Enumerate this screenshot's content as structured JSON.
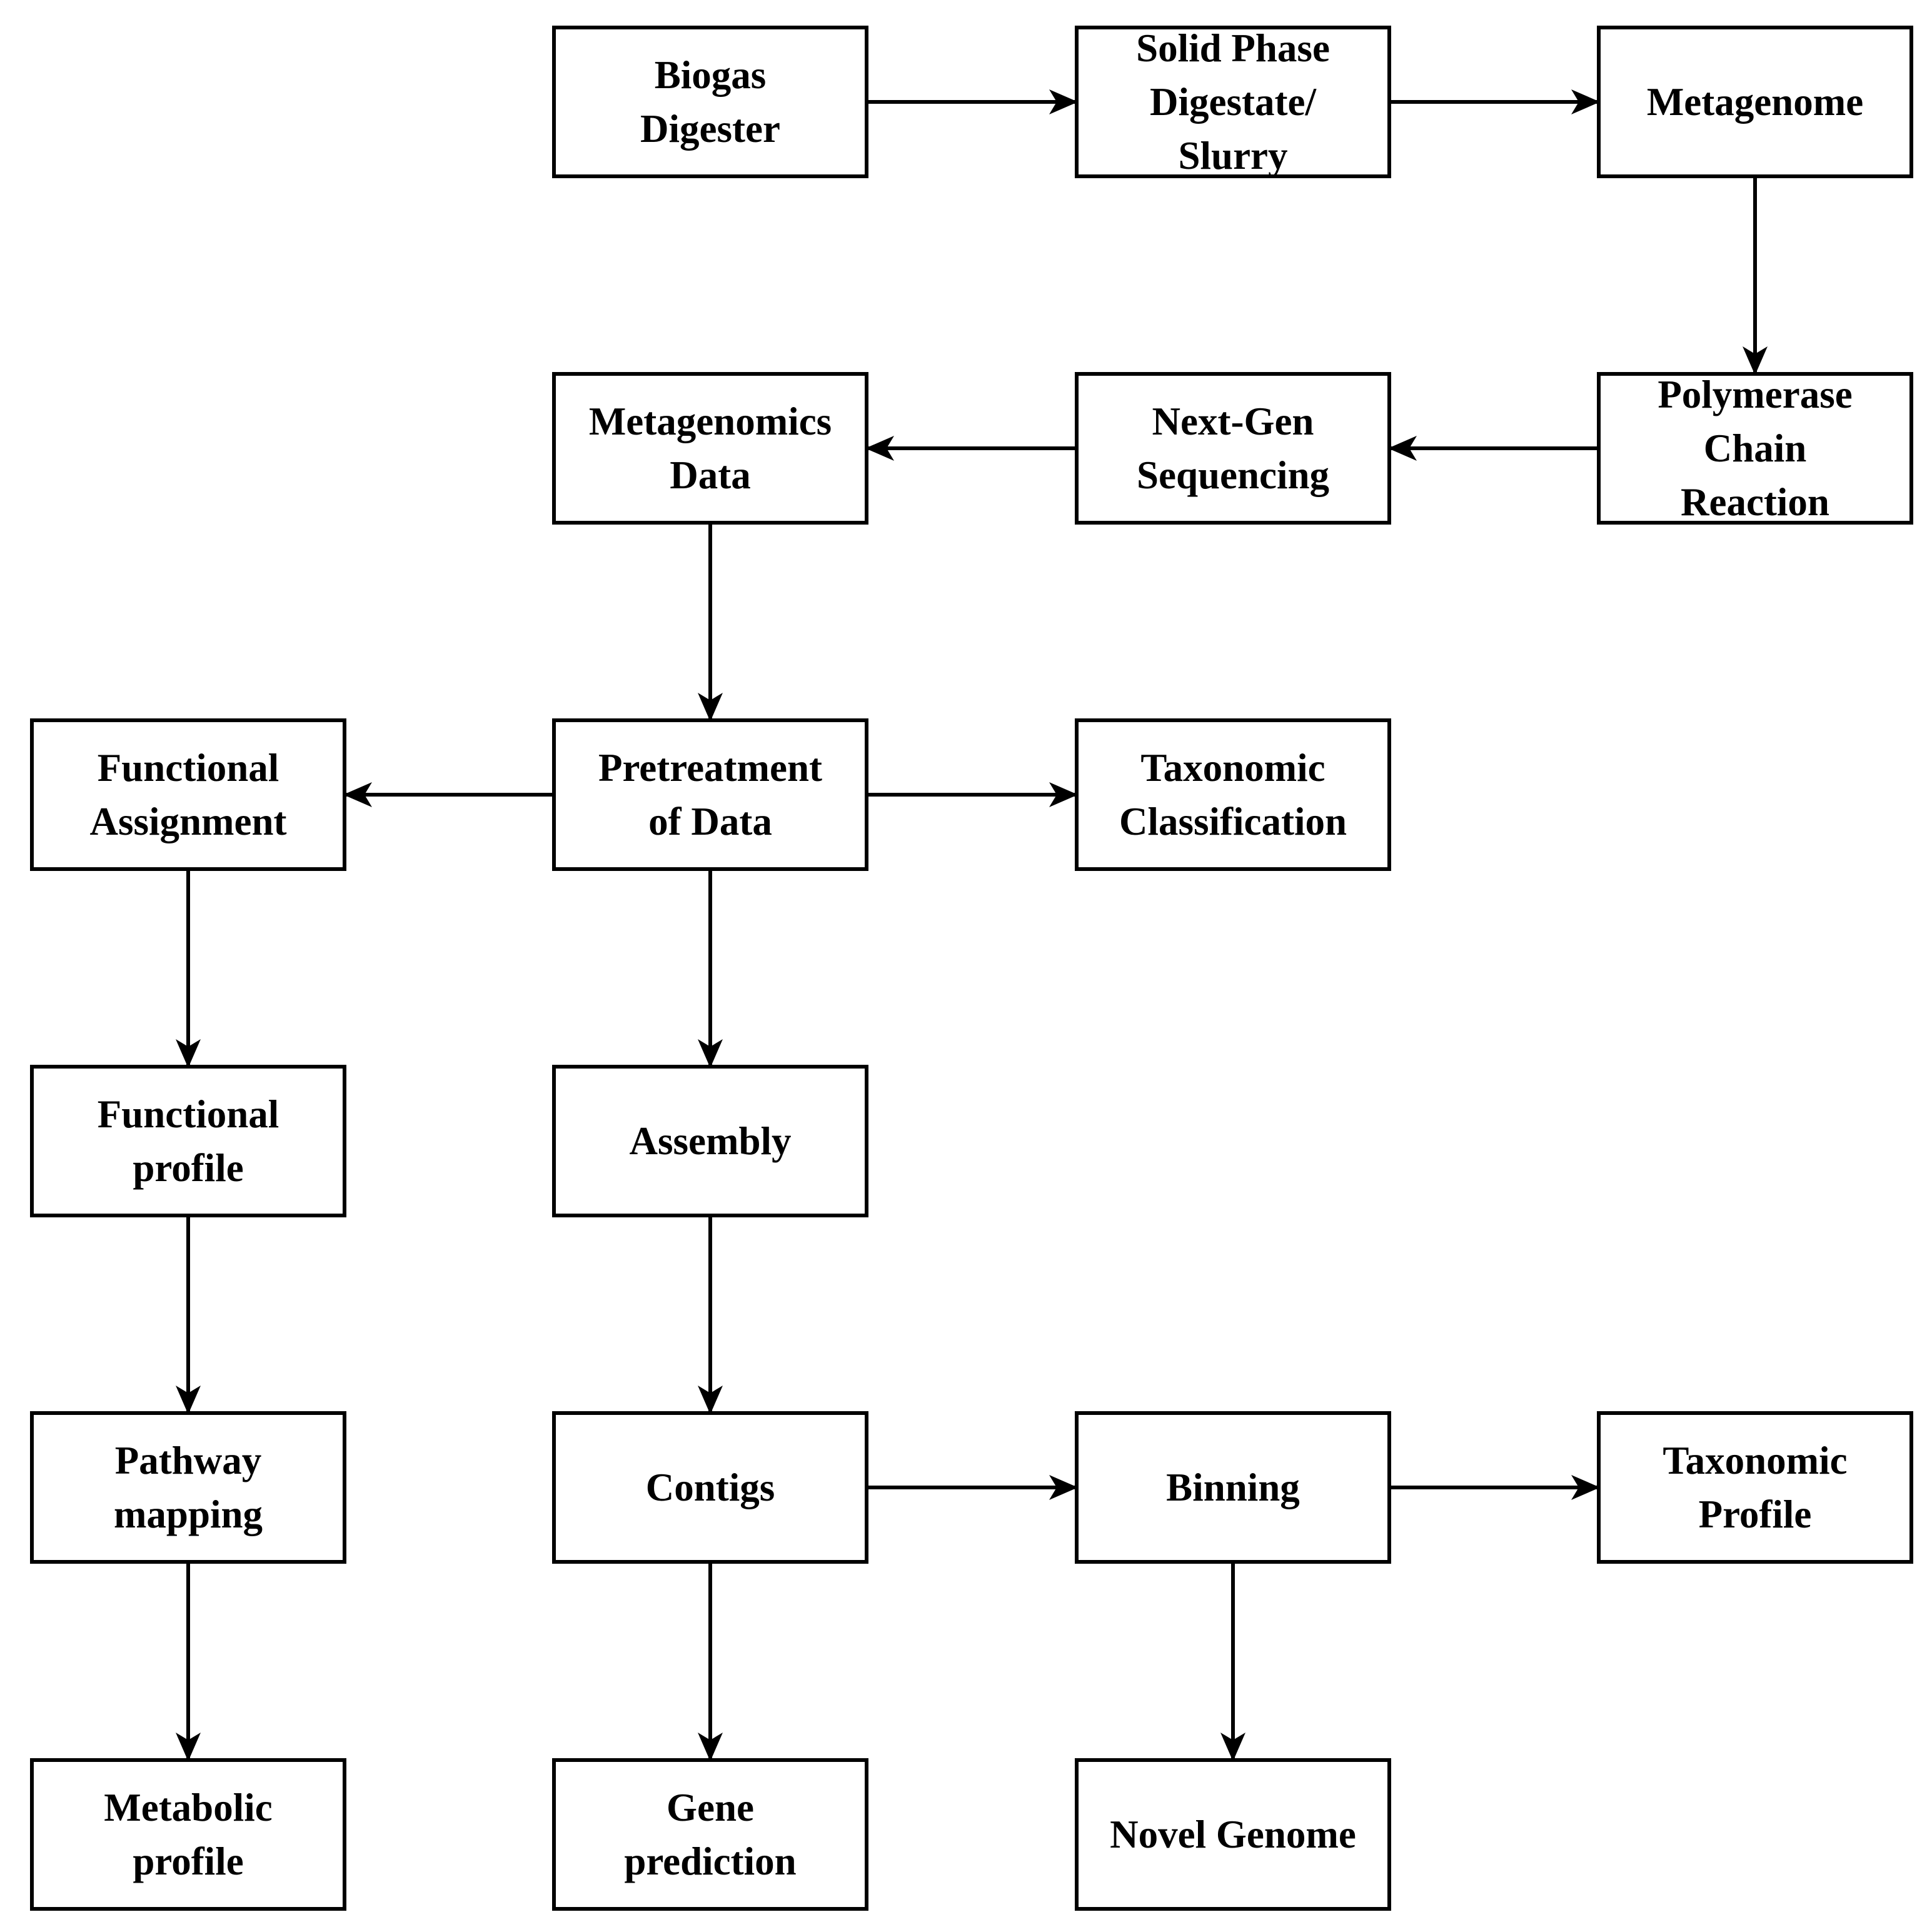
{
  "nodes": {
    "biogas": {
      "lines": [
        "Biogas",
        "Digester"
      ]
    },
    "digestate": {
      "lines": [
        "Solid Phase",
        "Digestate/",
        "Slurry"
      ]
    },
    "metagenome": {
      "lines": [
        "Metagenome"
      ]
    },
    "pcr": {
      "lines": [
        "Polymerase",
        "Chain",
        "Reaction"
      ]
    },
    "ngs": {
      "lines": [
        "Next-Gen",
        "Sequencing"
      ]
    },
    "mgdata": {
      "lines": [
        "Metagenomics",
        "Data"
      ]
    },
    "pretreat": {
      "lines": [
        "Pretreatment",
        "of Data"
      ]
    },
    "funcassign": {
      "lines": [
        "Functional",
        "Assignment"
      ]
    },
    "taxclass": {
      "lines": [
        "Taxonomic",
        "Classification"
      ]
    },
    "funcprofile": {
      "lines": [
        "Functional",
        "profile"
      ]
    },
    "assembly": {
      "lines": [
        "Assembly"
      ]
    },
    "pathway": {
      "lines": [
        "Pathway",
        "mapping"
      ]
    },
    "contigs": {
      "lines": [
        "Contigs"
      ]
    },
    "binning": {
      "lines": [
        "Binning"
      ]
    },
    "taxprofile": {
      "lines": [
        "Taxonomic",
        "Profile"
      ]
    },
    "metabolic": {
      "lines": [
        "Metabolic",
        "profile"
      ]
    },
    "gene": {
      "lines": [
        "Gene",
        "prediction"
      ]
    },
    "novel": {
      "lines": [
        "Novel Genome"
      ]
    }
  },
  "edges": [
    {
      "from": "biogas",
      "to": "digestate"
    },
    {
      "from": "digestate",
      "to": "metagenome"
    },
    {
      "from": "metagenome",
      "to": "pcr"
    },
    {
      "from": "pcr",
      "to": "ngs"
    },
    {
      "from": "ngs",
      "to": "mgdata"
    },
    {
      "from": "mgdata",
      "to": "pretreat"
    },
    {
      "from": "pretreat",
      "to": "funcassign"
    },
    {
      "from": "pretreat",
      "to": "taxclass"
    },
    {
      "from": "pretreat",
      "to": "assembly"
    },
    {
      "from": "funcassign",
      "to": "funcprofile"
    },
    {
      "from": "funcprofile",
      "to": "pathway"
    },
    {
      "from": "pathway",
      "to": "metabolic"
    },
    {
      "from": "assembly",
      "to": "contigs"
    },
    {
      "from": "contigs",
      "to": "binning"
    },
    {
      "from": "contigs",
      "to": "gene"
    },
    {
      "from": "binning",
      "to": "taxprofile"
    },
    {
      "from": "binning",
      "to": "novel"
    }
  ]
}
